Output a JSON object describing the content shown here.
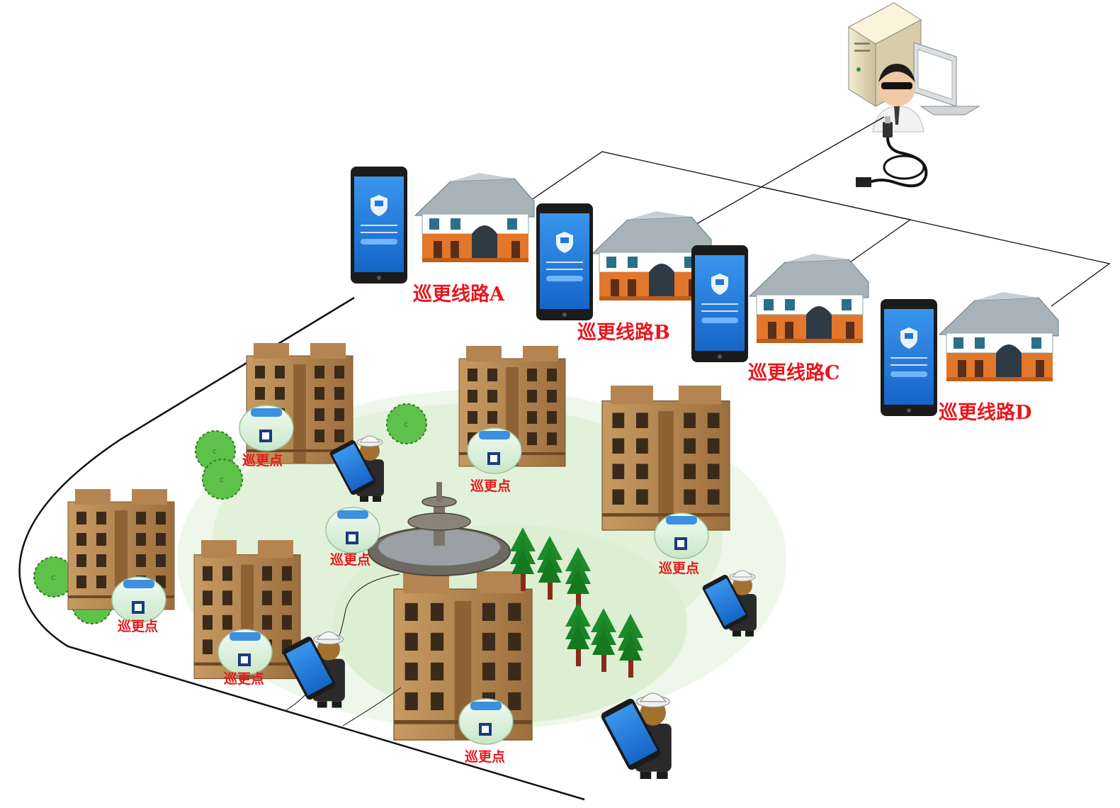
{
  "routes": [
    {
      "label": "巡更线路A"
    },
    {
      "label": "巡更线路B"
    },
    {
      "label": "巡更线路C"
    },
    {
      "label": "巡更线路D"
    }
  ],
  "patrol_points": [
    {
      "label": "巡更点"
    },
    {
      "label": "巡更点"
    },
    {
      "label": "巡更点"
    },
    {
      "label": "巡更点"
    },
    {
      "label": "巡更点"
    },
    {
      "label": "巡更点"
    },
    {
      "label": "巡更点"
    }
  ],
  "colors": {
    "label_red": "#e8161c",
    "phone_screen": "#1e78d8",
    "building": "#b98a55",
    "villa_roof": "#9aa6ad",
    "villa_wall": "#e07a2a",
    "tree": "#1c8c2a",
    "grass": "#7cc46a"
  },
  "icons": [
    "server-icon",
    "monitor-icon",
    "security-guard-icon",
    "data-cable-icon",
    "smartphone-icon",
    "villa-icon",
    "apartment-building-icon",
    "patrol-tag-icon",
    "patrol-guard-icon",
    "fountain-icon",
    "pine-tree-icon",
    "bush-icon"
  ]
}
